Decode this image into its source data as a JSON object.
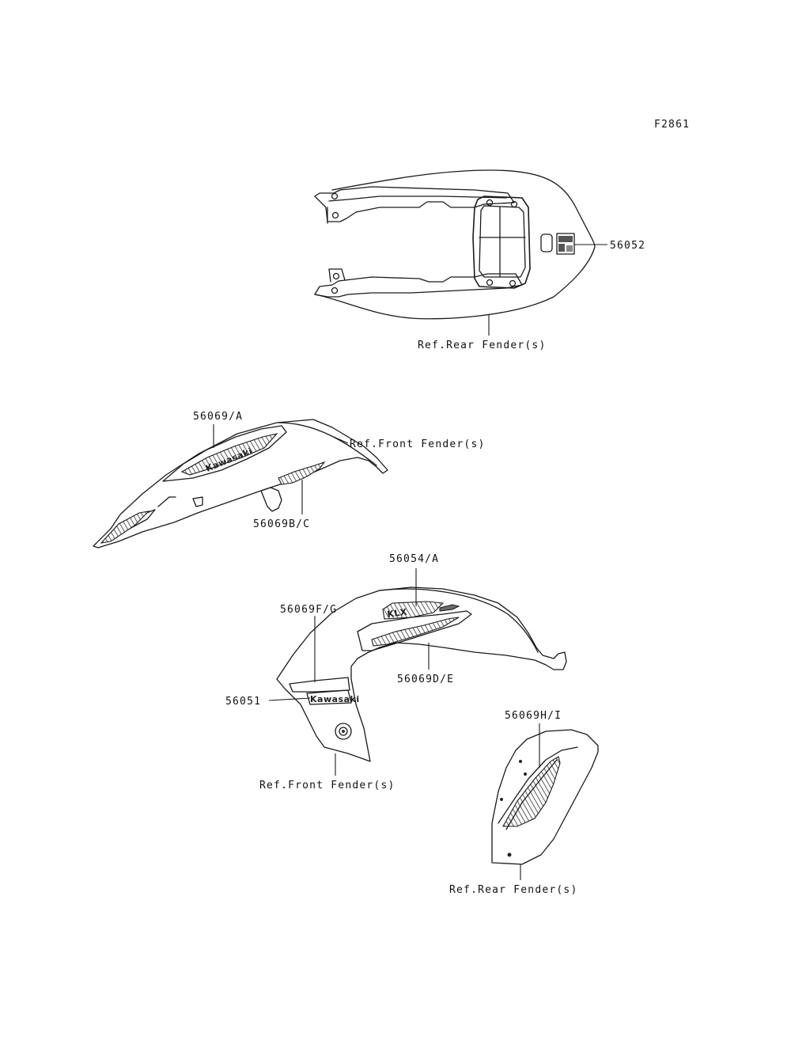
{
  "figure_code": "F2861",
  "parts": {
    "rear_emblem": "56052",
    "front_upper_decal": "56069/A",
    "front_lower_decal": "56069B/C",
    "tank_emblem": "56054/A",
    "shroud_decal_upper": "56069F/G",
    "shroud_decal_lower": "56069D/E",
    "shroud_emblem": "56051",
    "side_cover_decal": "56069H/I"
  },
  "references": {
    "rear_fender_top": "Ref.Rear Fender(s)",
    "front_fender_top": "Ref.Front Fender(s)",
    "front_fender_bottom": "Ref.Front Fender(s)",
    "rear_fender_bottom": "Ref.Rear Fender(s)"
  },
  "logos": {
    "brand": "Kawasaki",
    "model": "KLX"
  },
  "colors": {
    "line": "#1a1a1a",
    "background": "#ffffff"
  }
}
